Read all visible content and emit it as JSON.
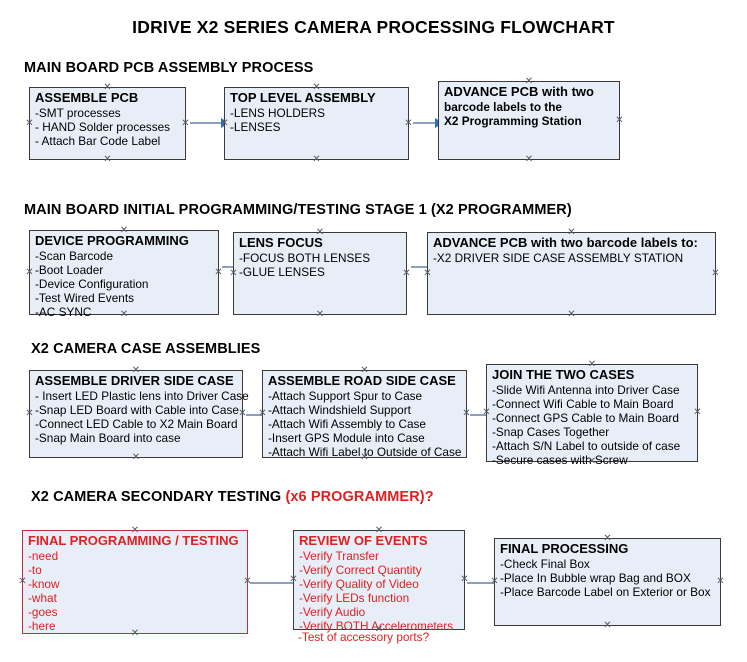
{
  "title": "IDRIVE X2  SERIES CAMERA PROCESSING FLOWCHART",
  "colors": {
    "node_fill": "#e8eef7",
    "node_border": "#3a3a3a",
    "red": "#e02020",
    "connector": "#8ba0bd",
    "arrowhead": "#2f6fc0"
  },
  "sections": [
    {
      "id": "main-board-pcb-assembly",
      "heading": "MAIN BOARD PCB ASSEMBLY PROCESS",
      "nodes": [
        {
          "id": "assemble-pcb",
          "head": "ASSEMBLE PCB",
          "head_bold": true,
          "lines": [
            "-SMT processes",
            "- HAND Solder processes",
            "- Attach Bar Code Label"
          ]
        },
        {
          "id": "top-level-assembly",
          "head": "TOP LEVEL ASSEMBLY",
          "head_bold": true,
          "lines": [
            "-LENS HOLDERS",
            "-LENSES"
          ]
        },
        {
          "id": "advance-pcb-to-programming-station",
          "head": "ADVANCE PCB with two",
          "head_bold": true,
          "lines": [
            "barcode labels to the",
            " X2 Programming Station"
          ],
          "lines_bold": true
        }
      ]
    },
    {
      "id": "main-board-initial-programming",
      "heading": "MAIN BOARD INITIAL PROGRAMMING/TESTING STAGE 1 (X2 PROGRAMMER)",
      "nodes": [
        {
          "id": "device-programming",
          "head": "DEVICE PROGRAMMING",
          "head_bold": true,
          "lines": [
            "-Scan Barcode",
            "-Boot Loader",
            "-Device Configuration",
            "-Test Wired Events",
            "-AC SYNC"
          ]
        },
        {
          "id": "lens-focus",
          "head": "LENS FOCUS",
          "head_bold": true,
          "lines": [
            "-FOCUS BOTH LENSES",
            "-GLUE LENSES"
          ]
        },
        {
          "id": "advance-pcb-to-driver-side-case",
          "head": "ADVANCE PCB with two barcode labels to:",
          "head_bold": true,
          "lines": [
            "-X2 DRIVER  SIDE  CASE  ASSEMBLY STATION"
          ]
        }
      ]
    },
    {
      "id": "x2-camera-case-assemblies",
      "heading": "X2 CAMERA CASE ASSEMBLIES",
      "nodes": [
        {
          "id": "assemble-driver-side-case",
          "head": "ASSEMBLE DRIVER SIDE CASE",
          "head_bold": true,
          "lines": [
            "- Insert LED Plastic lens into Driver Case",
            "-Snap LED Board with Cable into Case",
            "-Connect LED Cable to X2 Main Board",
            "-Snap Main Board into case"
          ]
        },
        {
          "id": "assemble-road-side-case",
          "head": "ASSEMBLE ROAD SIDE CASE",
          "head_bold": true,
          "lines": [
            "-Attach Support Spur to Case",
            "-Attach Windshield Support",
            "-Attach Wifi Assembly to Case",
            "-Insert GPS Module into Case",
            "-Attach Wifi Label to Outside of Case"
          ]
        },
        {
          "id": "join-the-two-cases",
          "head": "JOIN THE TWO CASES",
          "head_bold": true,
          "lines": [
            "-Slide Wifi Antenna into Driver Case",
            "-Connect Wifi Cable to Main Board",
            "-Connect GPS Cable to Main Board",
            "-Snap Cases Together",
            "-Attach S/N Label to outside of case",
            "-Secure cases with Screw"
          ]
        }
      ]
    },
    {
      "id": "x2-camera-secondary-testing",
      "heading": "X2 CAMERA SECONDARY TESTING ",
      "heading_red": "(x6 PROGRAMMER)?",
      "nodes": [
        {
          "id": "final-programming-testing",
          "head": "FINAL PROGRAMMING / TESTING",
          "head_bold": true,
          "red": true,
          "lines": [
            "-need",
            "-to",
            "-know",
            "-what",
            "-goes",
            "-here"
          ]
        },
        {
          "id": "review-of-events",
          "head": "REVIEW OF EVENTS",
          "head_bold": true,
          "red": true,
          "lines": [
            "-Verify Transfer",
            "-Verify Correct Quantity",
            "-Verify Quality of Video",
            "-Verify LEDs function",
            "-Verify Audio",
            "-Verify BOTH Accelerometers"
          ],
          "overflow_line": "-Test of accessory ports?"
        },
        {
          "id": "final-processing",
          "head": "FINAL PROCESSING",
          "head_bold": true,
          "lines": [
            " -Check Final Box",
            "-Place In Bubble wrap Bag and BOX",
            "-Place Barcode Label on Exterior or Box"
          ]
        }
      ]
    }
  ]
}
